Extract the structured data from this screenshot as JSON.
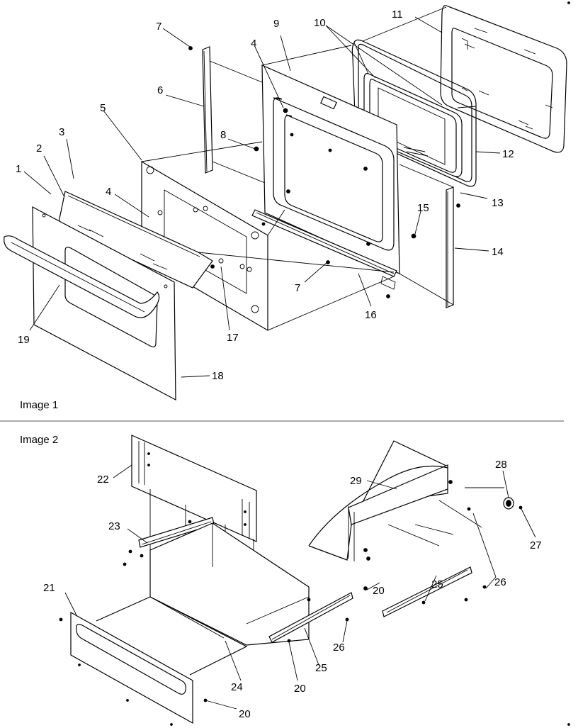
{
  "sections": [
    {
      "caption": "Image 1"
    },
    {
      "caption": "Image 2"
    }
  ],
  "callouts": {
    "image1": [
      "1",
      "2",
      "3",
      "4",
      "5",
      "6",
      "7",
      "8",
      "9",
      "4",
      "10",
      "11",
      "12",
      "13",
      "14",
      "15",
      "16",
      "7",
      "17",
      "18",
      "19"
    ],
    "image2": [
      "22",
      "23",
      "21",
      "24",
      "20",
      "25",
      "26",
      "20",
      "29",
      "28",
      "27",
      "26",
      "25",
      "20"
    ]
  },
  "colors": {
    "line": "#000000",
    "background": "#ffffff",
    "separator": "#555555"
  }
}
